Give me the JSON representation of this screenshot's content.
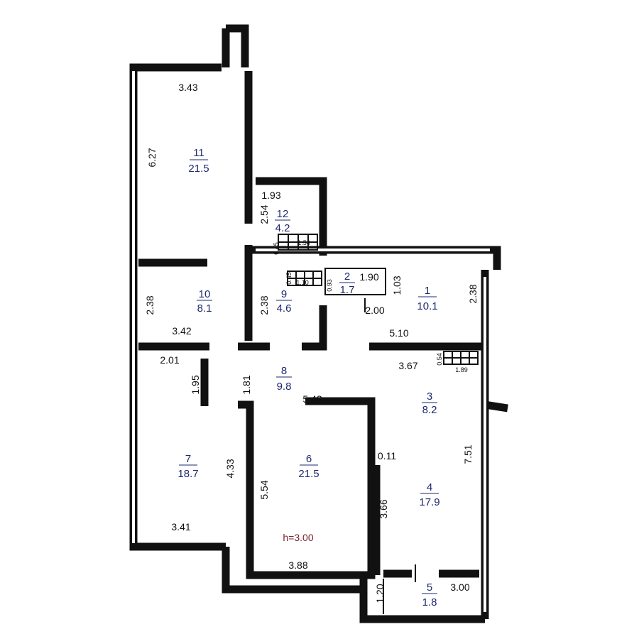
{
  "rooms": [
    {
      "number": "11",
      "area": "21.5"
    },
    {
      "number": "12",
      "area": "4.2"
    },
    {
      "number": "2",
      "area": "1.7"
    },
    {
      "number": "9",
      "area": "4.6"
    },
    {
      "number": "10",
      "area": "8.1"
    },
    {
      "number": "1",
      "area": "10.1"
    },
    {
      "number": "8",
      "area": "9.8"
    },
    {
      "number": "3",
      "area": "8.2"
    },
    {
      "number": "7",
      "area": "18.7"
    },
    {
      "number": "6",
      "area": "21.5"
    },
    {
      "number": "4",
      "area": "17.9"
    },
    {
      "number": "5",
      "area": "1.8"
    }
  ],
  "dimensions": [
    "3.43",
    "6.27",
    "1.93",
    "2.54",
    "1.54",
    "0.45",
    "0.45",
    "1.10",
    "0.93",
    "1.90",
    "1.03",
    "2.00",
    "2.38",
    "2.38",
    "2.38",
    "3.42",
    "5.10",
    "2.01",
    "1.95",
    "1.81",
    "5.42",
    "3.67",
    "0.54",
    "1.89",
    "7.51",
    "0.11",
    "4.33",
    "5.54",
    "3.66",
    "3.41",
    "3.88",
    "1.20",
    "3.00"
  ],
  "ceiling_height": "h=3.00",
  "colors": {
    "room_label": "#1e2a6e",
    "ceiling_label": "#7a1f2b",
    "walls": "#111111"
  }
}
